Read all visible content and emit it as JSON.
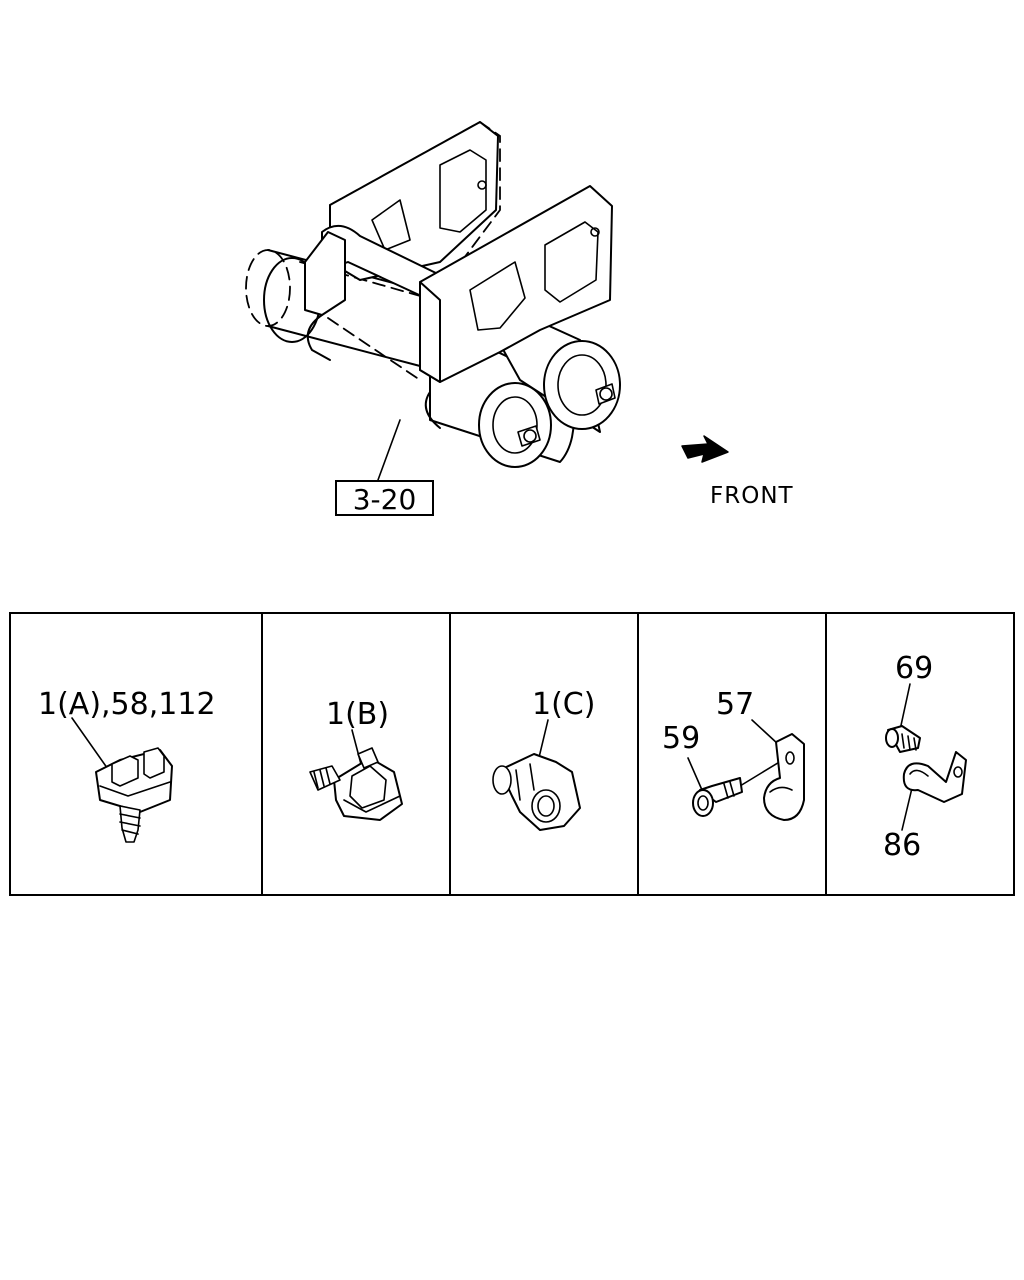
{
  "main_assembly": {
    "ref_box_label": "3-20",
    "front_label": "FRONT"
  },
  "detail_panels": [
    {
      "callouts": [
        "1(A),58,112"
      ]
    },
    {
      "callouts": [
        "1(B)"
      ]
    },
    {
      "callouts": [
        "1(C)"
      ]
    },
    {
      "callouts": [
        "57",
        "59"
      ]
    },
    {
      "callouts": [
        "69",
        "86"
      ]
    }
  ],
  "colors": {
    "ink": "#000000",
    "paper": "#ffffff"
  }
}
